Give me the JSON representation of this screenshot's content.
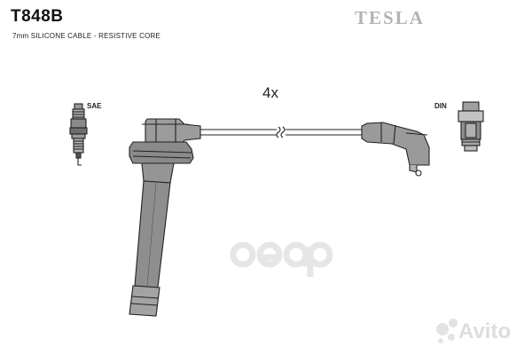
{
  "header": {
    "part_number": "T848B",
    "subtitle": "7mm SILICONE CABLE - RESISTIVE CORE",
    "brand": "TESLA"
  },
  "diagram": {
    "quantity_label": "4x",
    "sae_label": "SAE",
    "din_label": "DIN"
  },
  "watermarks": {
    "center_logo": "oeap",
    "avito_text": "Avito"
  },
  "colors": {
    "line": "#222222",
    "fill": "#8c8c8c",
    "fill_light": "#a6a6a6",
    "brand_grey": "#b3b3b3",
    "watermark": "#e3e3e3"
  }
}
